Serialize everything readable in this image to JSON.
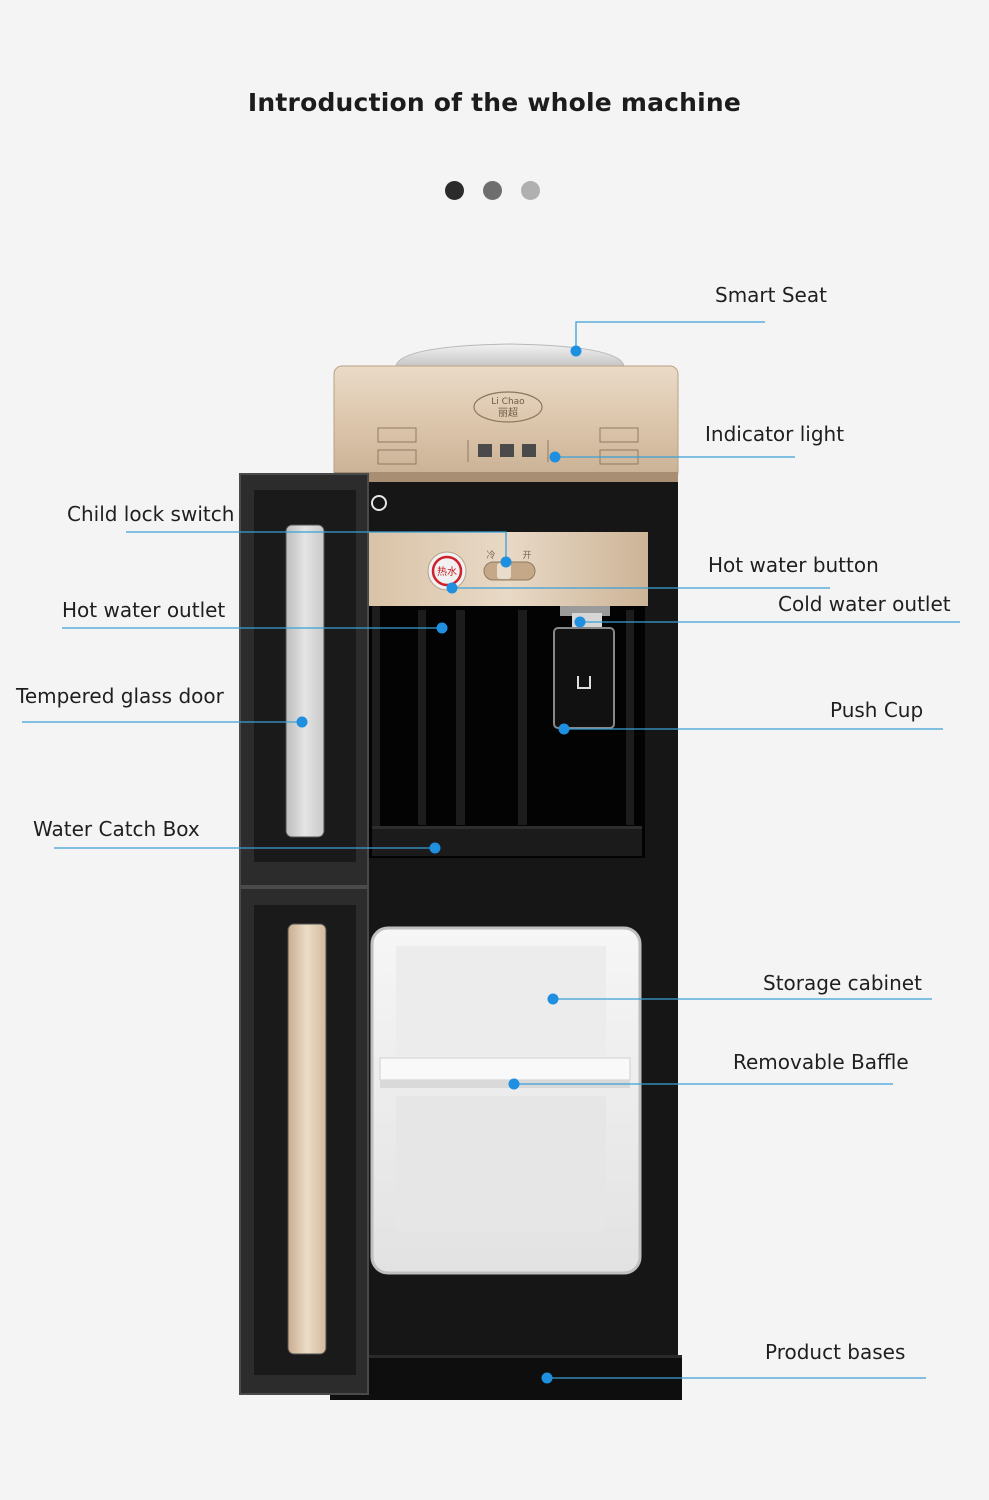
{
  "header": {
    "title": "Introduction of the whole machine"
  },
  "pager": {
    "dots": [
      {
        "color": "#2b2b2b"
      },
      {
        "color": "#6e6e6e"
      },
      {
        "color": "#b0b0b0"
      }
    ]
  },
  "panel": {
    "brand_top": "Li Chao",
    "brand_bottom": "丽超",
    "hot_button": "热水",
    "lock_left": "冷",
    "lock_right": "开"
  },
  "callouts": {
    "smart_seat": "Smart Seat",
    "indicator_light": "Indicator light",
    "child_lock_switch": "Child lock switch",
    "hot_water_button": "Hot water button",
    "hot_water_outlet": "Hot water outlet",
    "cold_water_outlet": "Cold water outlet",
    "tempered_glass_door": "Tempered glass door",
    "push_cup": "Push Cup",
    "water_catch_box": "Water Catch Box",
    "storage_cabinet": "Storage cabinet",
    "removable_baffle": "Removable Baffle",
    "product_bases": "Product bases"
  },
  "colors": {
    "leader_line": "#3a9fd8",
    "marker": "#1f8fe0",
    "body_black": "#141414",
    "gold_panel": "#ddc9b0"
  }
}
